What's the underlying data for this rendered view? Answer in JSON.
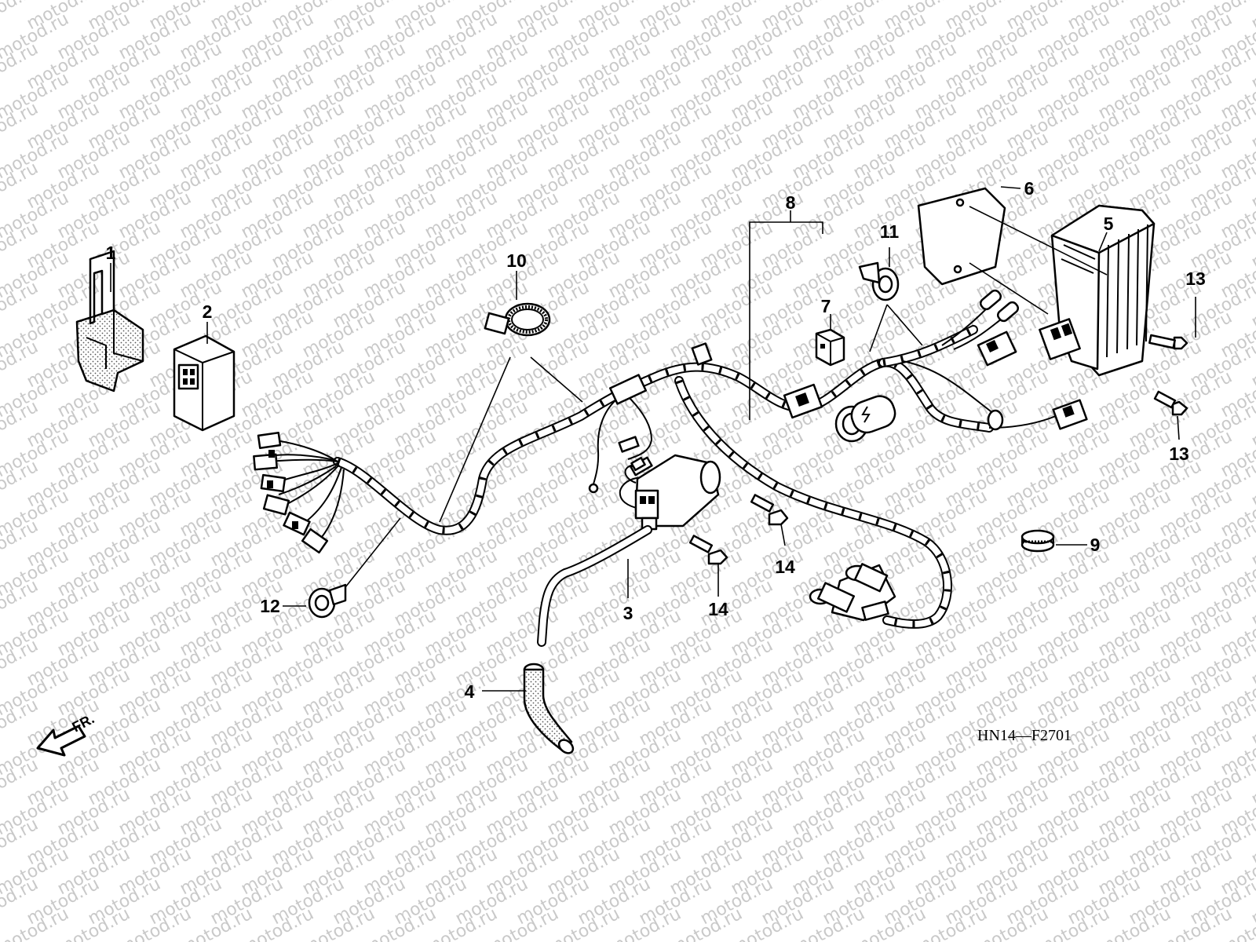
{
  "watermark": {
    "text": "motod.ru",
    "color": "#c9c9c9"
  },
  "diagram": {
    "drawing_code": "HN14—F2701",
    "direction_label": "FR.",
    "callouts": [
      {
        "id": "1",
        "label": "1"
      },
      {
        "id": "2",
        "label": "2"
      },
      {
        "id": "3",
        "label": "3"
      },
      {
        "id": "4",
        "label": "4"
      },
      {
        "id": "5",
        "label": "5"
      },
      {
        "id": "6",
        "label": "6"
      },
      {
        "id": "7",
        "label": "7"
      },
      {
        "id": "8",
        "label": "8"
      },
      {
        "id": "9",
        "label": "9"
      },
      {
        "id": "10",
        "label": "10"
      },
      {
        "id": "11",
        "label": "11"
      },
      {
        "id": "12",
        "label": "12"
      },
      {
        "id": "13a",
        "label": "13"
      },
      {
        "id": "13b",
        "label": "13"
      },
      {
        "id": "14a",
        "label": "14"
      },
      {
        "id": "14b",
        "label": "14"
      }
    ]
  }
}
